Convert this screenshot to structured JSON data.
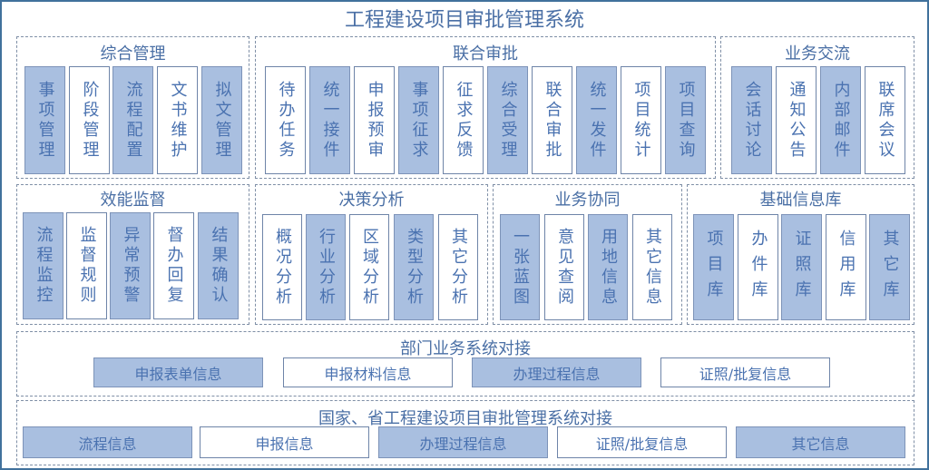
{
  "title": "工程建设项目审批管理系统",
  "colors": {
    "border": "#41719c",
    "fill": "#a9bfe0",
    "text": "#4a72b0"
  },
  "sections": [
    {
      "id": "zonghe",
      "title": "综合管理",
      "items": [
        {
          "label": "事项管理",
          "filled": true
        },
        {
          "label": "阶段管理",
          "filled": false
        },
        {
          "label": "流程配置",
          "filled": true
        },
        {
          "label": "文书维护",
          "filled": false
        },
        {
          "label": "拟文管理",
          "filled": true
        }
      ]
    },
    {
      "id": "lianhe",
      "title": "联合审批",
      "items": [
        {
          "label": "待办任务",
          "filled": false
        },
        {
          "label": "统一接件",
          "filled": true
        },
        {
          "label": "申报预审",
          "filled": false
        },
        {
          "label": "事项征求",
          "filled": true
        },
        {
          "label": "征求反馈",
          "filled": false
        },
        {
          "label": "综合受理",
          "filled": true
        },
        {
          "label": "联合审批",
          "filled": false
        },
        {
          "label": "统一发件",
          "filled": true
        },
        {
          "label": "项目统计",
          "filled": false
        },
        {
          "label": "项目查询",
          "filled": true
        }
      ]
    },
    {
      "id": "jiaoliu",
      "title": "业务交流",
      "items": [
        {
          "label": "会话讨论",
          "filled": true
        },
        {
          "label": "通知公告",
          "filled": false
        },
        {
          "label": "内部邮件",
          "filled": true
        },
        {
          "label": "联席会议",
          "filled": false
        }
      ]
    },
    {
      "id": "xiaoneng",
      "title": "效能监督",
      "items": [
        {
          "label": "流程监控",
          "filled": true
        },
        {
          "label": "监督规则",
          "filled": false
        },
        {
          "label": "异常预警",
          "filled": true
        },
        {
          "label": "督办回复",
          "filled": false
        },
        {
          "label": "结果确认",
          "filled": true
        }
      ]
    },
    {
      "id": "juece",
      "title": "决策分析",
      "items": [
        {
          "label": "概况分析",
          "filled": false
        },
        {
          "label": "行业分析",
          "filled": true
        },
        {
          "label": "区域分析",
          "filled": false
        },
        {
          "label": "类型分析",
          "filled": true
        },
        {
          "label": "其它分析",
          "filled": false
        }
      ]
    },
    {
      "id": "xietong",
      "title": "业务协同",
      "items": [
        {
          "label": "一张蓝图",
          "filled": true
        },
        {
          "label": "意见查阅",
          "filled": false
        },
        {
          "label": "用地信息",
          "filled": true
        },
        {
          "label": "其它信息",
          "filled": false
        }
      ]
    },
    {
      "id": "jichu",
      "title": "基础信息库",
      "items": [
        {
          "label": "项目库",
          "filled": true
        },
        {
          "label": "办件库",
          "filled": false
        },
        {
          "label": "证照库",
          "filled": true
        },
        {
          "label": "信用库",
          "filled": false
        },
        {
          "label": "其它库",
          "filled": true
        }
      ]
    },
    {
      "id": "bumen",
      "title": "部门业务系统对接",
      "items": [
        {
          "label": "申报表单信息",
          "filled": true
        },
        {
          "label": "申报材料信息",
          "filled": false
        },
        {
          "label": "办理过程信息",
          "filled": true
        },
        {
          "label": "证照/批复信息",
          "filled": false
        }
      ]
    },
    {
      "id": "guojia",
      "title": "国家、省工程建设项目审批管理系统对接",
      "items": [
        {
          "label": "流程信息",
          "filled": true
        },
        {
          "label": "申报信息",
          "filled": false
        },
        {
          "label": "办理过程信息",
          "filled": true
        },
        {
          "label": "证照/批复信息",
          "filled": false
        },
        {
          "label": "其它信息",
          "filled": true
        }
      ]
    }
  ]
}
